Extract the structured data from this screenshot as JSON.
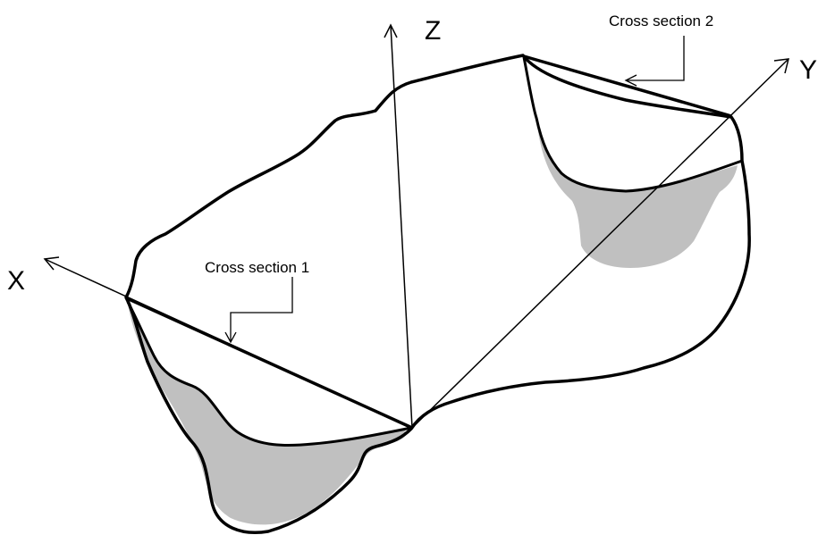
{
  "axes": {
    "x_label": "X",
    "y_label": "Y",
    "z_label": "Z"
  },
  "callouts": {
    "section1": "Cross section 1",
    "section2": "Cross section 2"
  },
  "colors": {
    "outline": "#000000",
    "section_fill": "#c0c0c0",
    "background": "#ffffff"
  }
}
